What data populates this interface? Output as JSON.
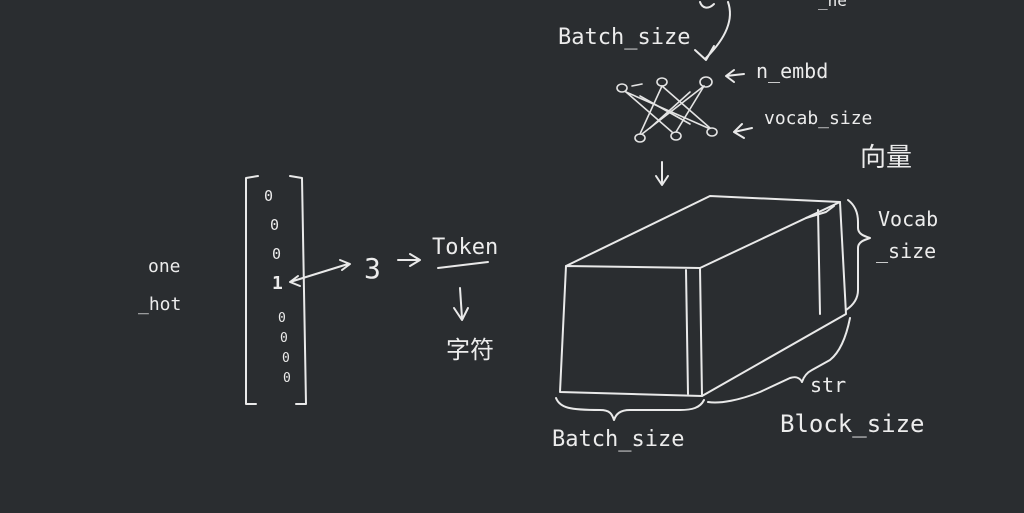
{
  "labels": {
    "batch_size_top": "Batch_size",
    "top_fragment": "_ne",
    "n_embd": "n_embd",
    "vocab_size": "vocab_size",
    "vector": "向量",
    "one_hot_line1": "one",
    "one_hot_line2": "_hot",
    "three": "3",
    "token": "Token",
    "char": "字符",
    "vocab_right_line1": "Vocab",
    "vocab_right_line2": "_size",
    "str": "str",
    "block_size": "Block_size",
    "batch_size_bottom": "Batch_size"
  },
  "vector_entries": [
    "0",
    "0",
    "0",
    "1",
    "0",
    "0",
    "0",
    "0"
  ]
}
